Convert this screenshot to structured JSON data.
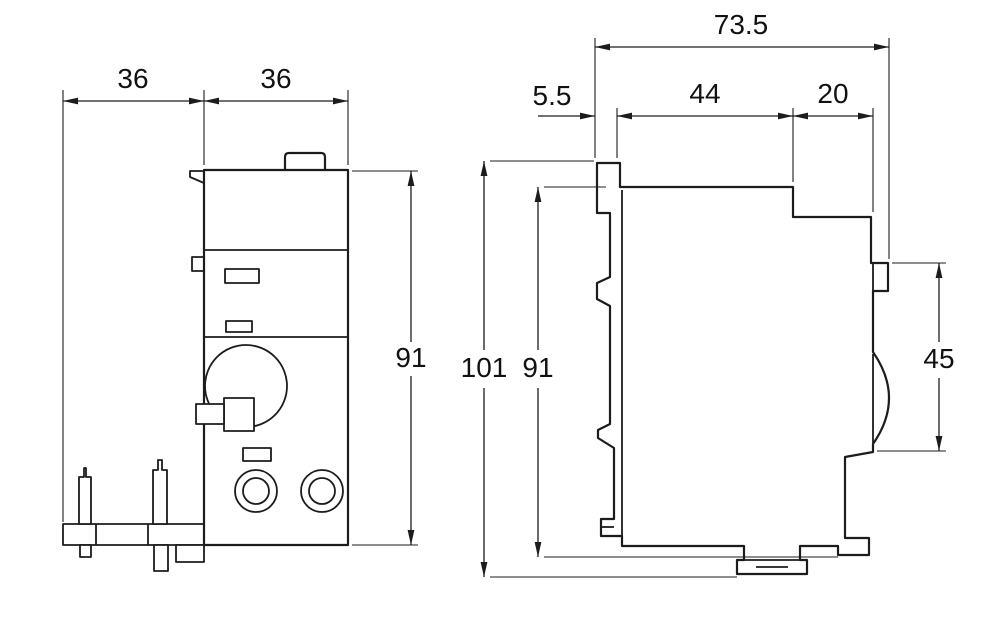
{
  "style": {
    "line_color": "#1c1c1c",
    "background": "#ffffff"
  },
  "drawing": {
    "front_view": {
      "dim_width_left": "36",
      "dim_width_right": "36",
      "dim_height": "91"
    },
    "side_view": {
      "dim_total_width": "73.5",
      "dim_rail_offset": "5.5",
      "dim_body_depth": "44",
      "dim_front_depth": "20",
      "dim_total_height": "101",
      "dim_body_height": "91",
      "dim_front_height": "45"
    }
  }
}
